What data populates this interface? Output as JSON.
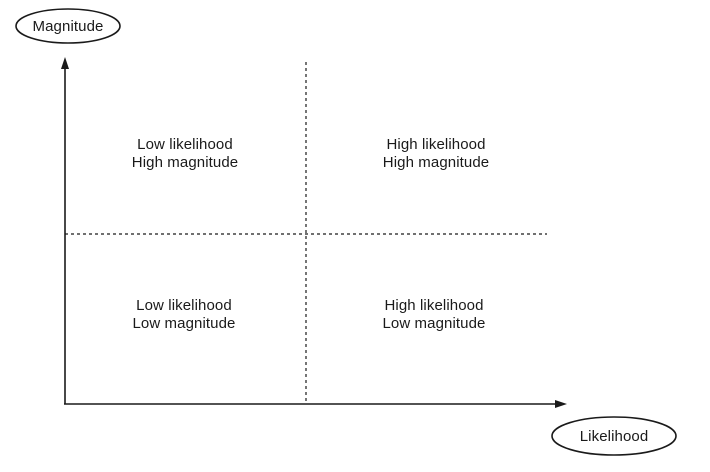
{
  "axes": {
    "y_label": "Magnitude",
    "x_label": "Likelihood"
  },
  "quadrants": {
    "top_left": {
      "line1": "Low likelihood",
      "line2": "High magnitude"
    },
    "top_right": {
      "line1": "High likelihood",
      "line2": "High magnitude"
    },
    "bottom_left": {
      "line1": "Low likelihood",
      "line2": "Low magnitude"
    },
    "bottom_right": {
      "line1": "High likelihood",
      "line2": "Low magnitude"
    }
  },
  "colors": {
    "ink": "#1a1a1a",
    "background": "#ffffff"
  }
}
